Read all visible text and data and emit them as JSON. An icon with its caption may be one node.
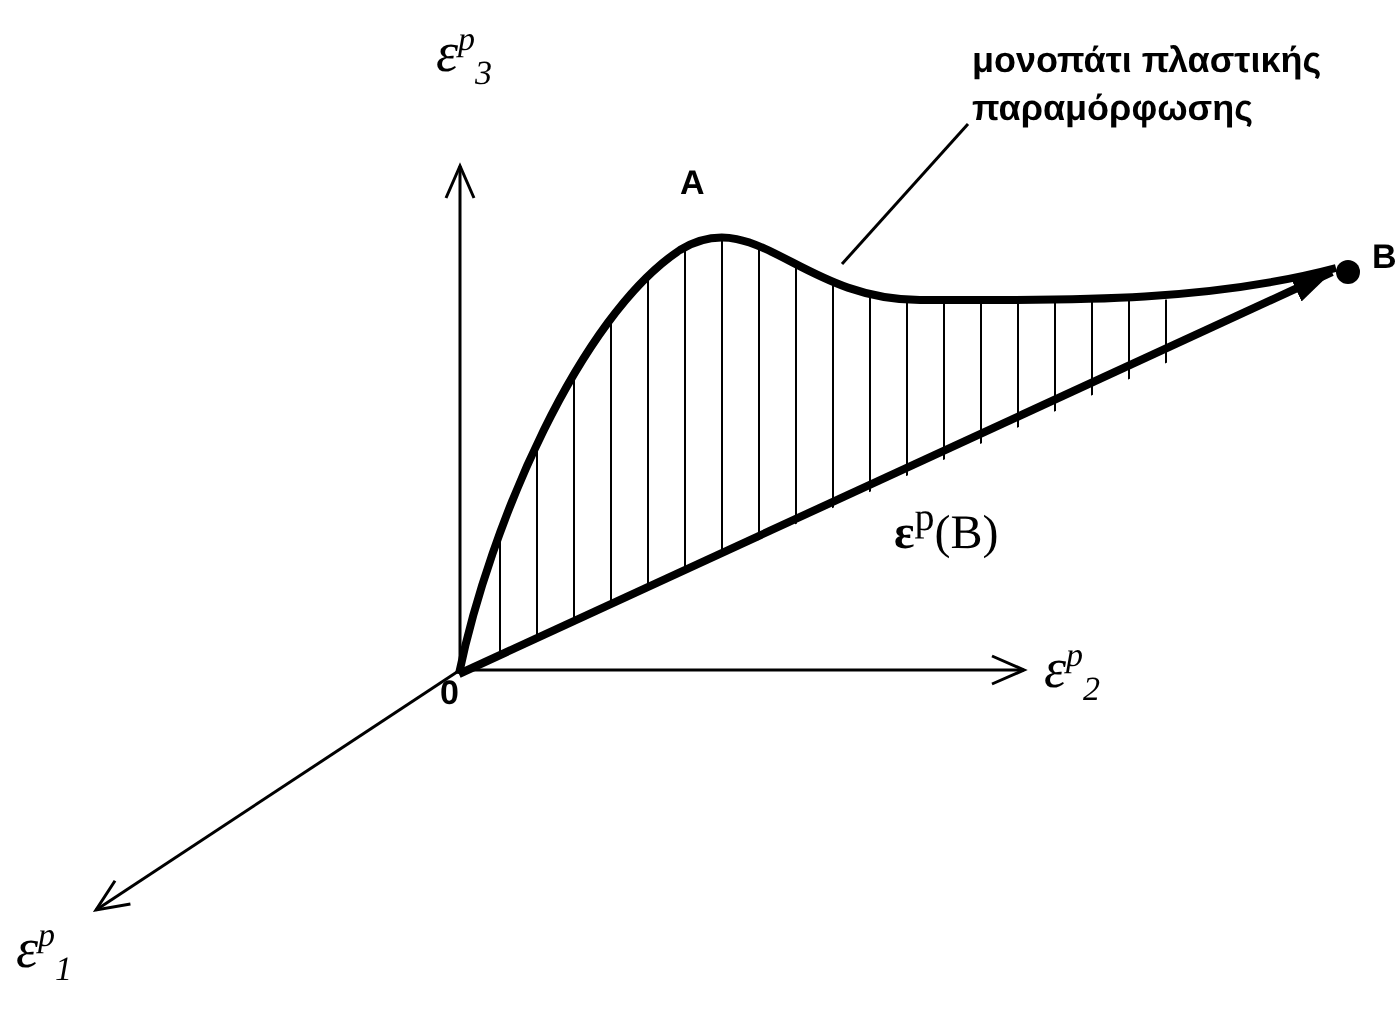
{
  "diagram": {
    "nodes": [
      {
        "text": [
          "0"
        ]
      },
      {
        "text": [
          "B"
        ]
      },
      {
        "text": [
          "μονοπάτι πλαστικής παραμόρφωσης"
        ]
      }
    ],
    "edges": [
      {
        "from": 0,
        "to": 1,
        "arrow": "to",
        "label": "**ε**$^{p}$(B)"
      },
      {
        "from": 0,
        "to": 1,
        "arrow": "none"
      },
      {
        "from": 2,
        "to": null,
        "arrow": "none"
      }
    ],
    "labels": [
      "ε$^{p}$$_{3}$",
      "A",
      "ε$^{p}$$_{2}$",
      "ε$^{p}$$_{1}$"
    ]
  }
}
